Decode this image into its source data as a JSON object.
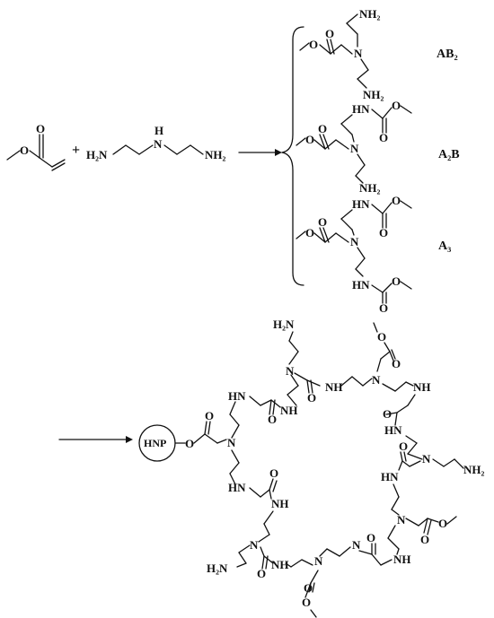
{
  "reactants": {
    "plus": "+",
    "dien_left": "H₂N",
    "dien_mid_h": "H",
    "dien_mid_n": "N",
    "dien_right": "NH₂"
  },
  "atoms": {
    "O": "O",
    "N": "N",
    "NH": "NH",
    "HN": "HN",
    "NH2": "NH₂",
    "H2N": "H₂N"
  },
  "products": {
    "ab2_label": "AB₂",
    "a2b_label": "A₂B",
    "a3_label": "A₃"
  },
  "nanoparticle": {
    "label": "HNP"
  }
}
